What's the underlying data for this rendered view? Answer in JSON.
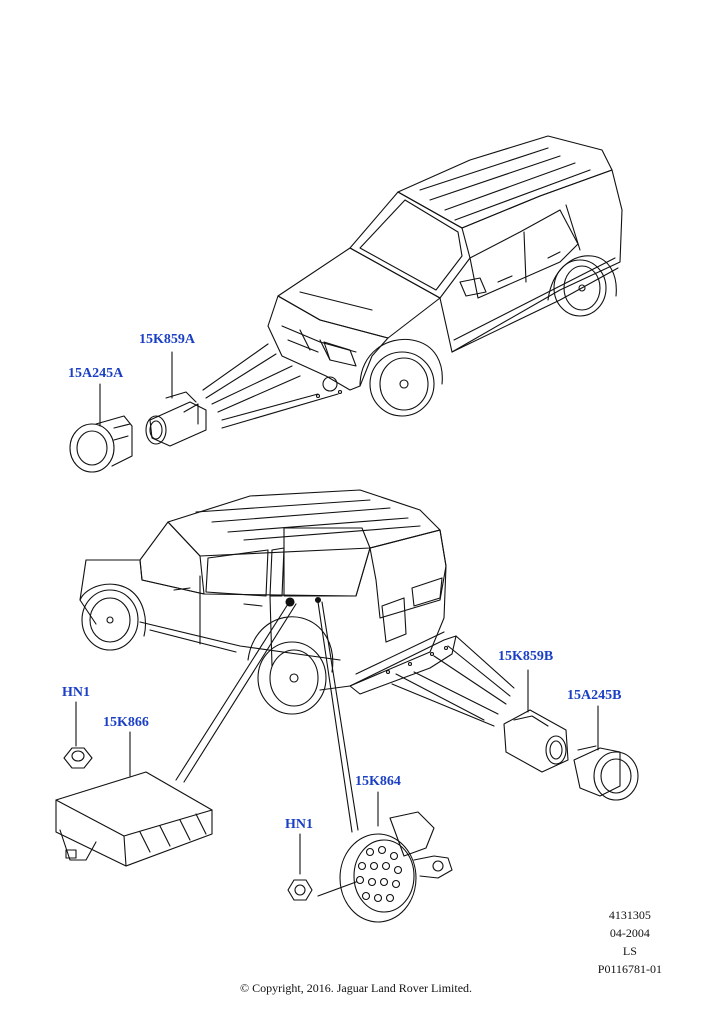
{
  "labels": {
    "p15k859a": "15K859A",
    "p15a245a": "15A245A",
    "p15k859b": "15K859B",
    "p15a245b": "15A245B",
    "hn1_top": "HN1",
    "p15k866": "15K866",
    "hn1_bottom": "HN1",
    "p15k864": "15K864"
  },
  "meta": {
    "code1": "4131305",
    "date": "04-2004",
    "ls": "LS",
    "ref": "P0116781-01"
  },
  "copyright": "© Copyright, 2016. Jaguar Land Rover Limited.",
  "colors": {
    "label": "#1a3fc4",
    "line": "#111111"
  }
}
